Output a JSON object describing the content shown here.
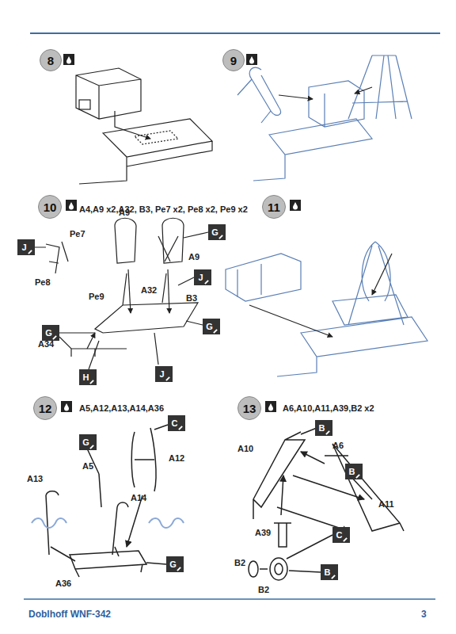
{
  "diagram": {
    "nodes": [
      {
        "text": [
          "8"
        ]
      },
      {
        "text": [
          "9"
        ]
      },
      {
        "text": [
          "10"
        ]
      },
      {
        "text": [
          "11"
        ]
      },
      {
        "text": [
          "12"
        ]
      },
      {
        "text": [
          "13"
        ]
      },
      {
        "text": [
          "J"
        ]
      },
      {
        "text": [
          "G"
        ]
      },
      {
        "text": [
          "J"
        ]
      },
      {
        "text": [
          "G"
        ]
      },
      {
        "text": [
          "G"
        ]
      },
      {
        "text": [
          "H"
        ]
      },
      {
        "text": [
          "J"
        ]
      },
      {
        "text": [
          "C"
        ]
      },
      {
        "text": [
          "G"
        ]
      },
      {
        "text": [
          "G"
        ]
      },
      {
        "text": [
          "B"
        ]
      },
      {
        "text": [
          "B"
        ]
      },
      {
        "text": [
          "C"
        ]
      },
      {
        "text": [
          "B"
        ]
      }
    ],
    "labels": [
      "A4,A9 x2,A32, B3, Pe7 x2, Pe8 x2, Pe9 x2",
      "Pe7",
      "A9",
      "Pe8",
      "Pe9",
      "A32",
      "B3",
      "A9",
      "A34",
      "A5,A12,A13,A14,A36",
      "A12",
      "A5",
      "A13",
      "A14",
      "A36",
      "A6,A10,A11,A39,B2 x2",
      "A10",
      "A6",
      "A11",
      "A39",
      "B2",
      "B2",
      "Doblhoff WNF-342",
      "3"
    ]
  }
}
